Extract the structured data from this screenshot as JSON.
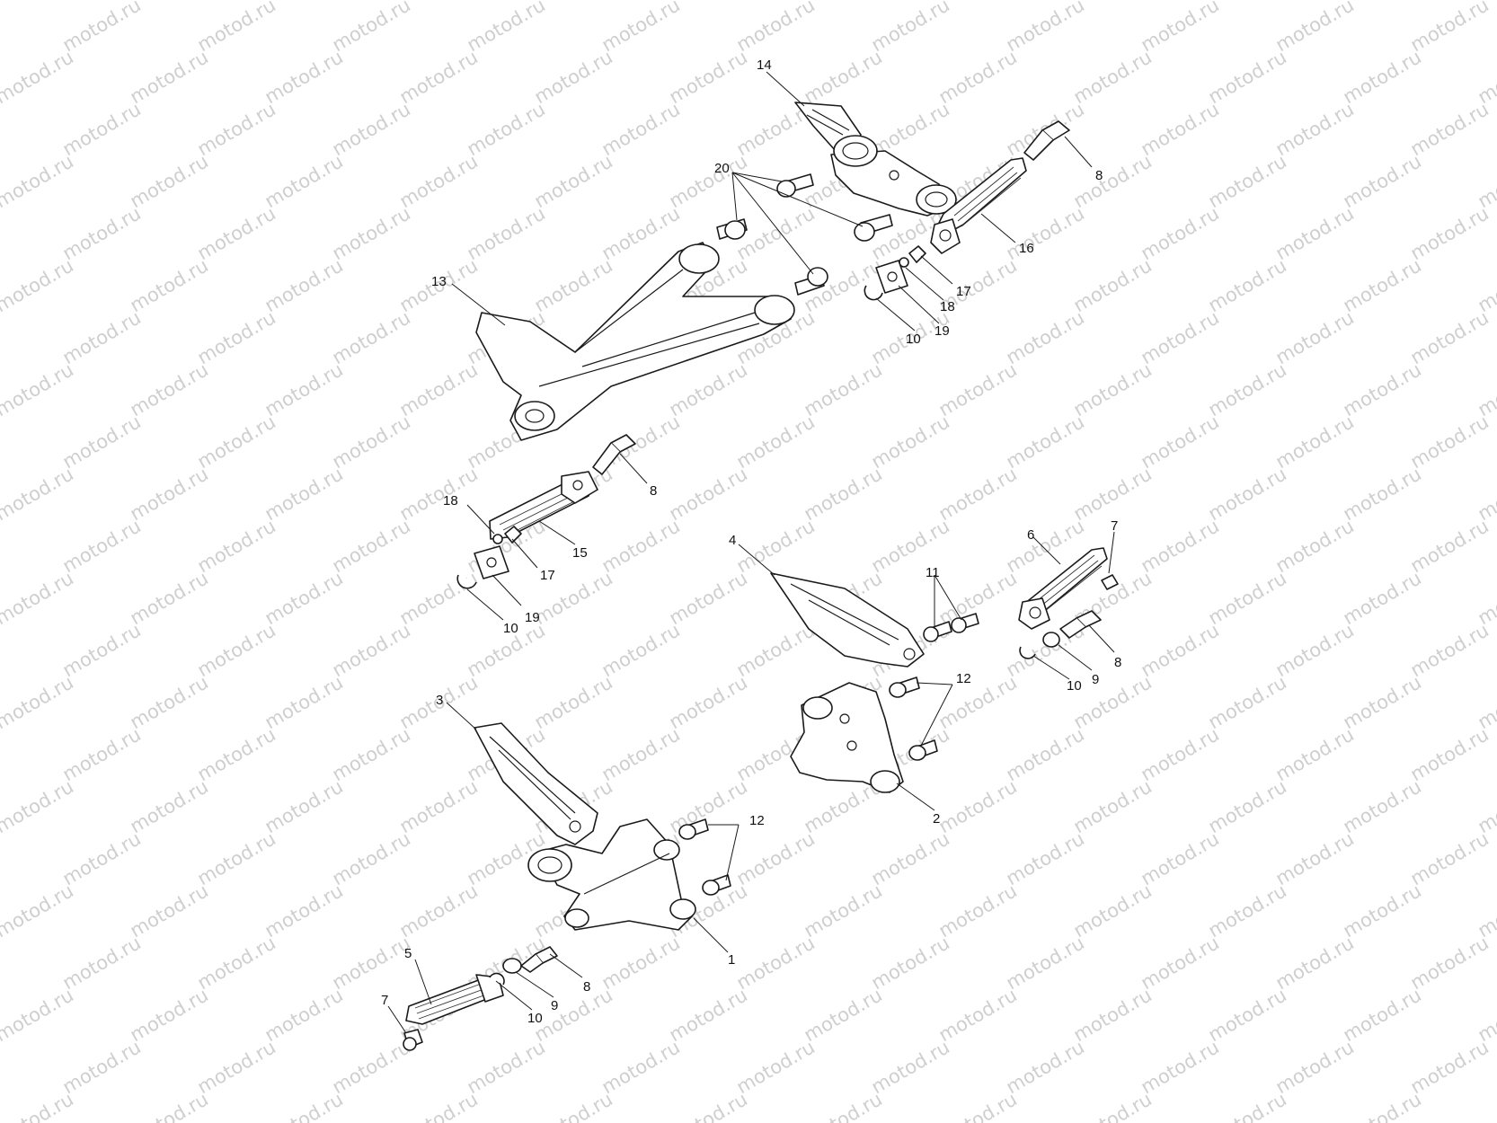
{
  "watermark": {
    "text": "motod.ru",
    "color": "#cfcfcf"
  },
  "colors": {
    "line": "#1a1a1a",
    "background": "#ffffff"
  },
  "callouts": [
    {
      "id": "c14",
      "text": "14"
    },
    {
      "id": "c8a",
      "text": "8"
    },
    {
      "id": "c20",
      "text": "20"
    },
    {
      "id": "c16",
      "text": "16"
    },
    {
      "id": "c13",
      "text": "13"
    },
    {
      "id": "c17a",
      "text": "17"
    },
    {
      "id": "c18a",
      "text": "18"
    },
    {
      "id": "c19a",
      "text": "19"
    },
    {
      "id": "c10a",
      "text": "10"
    },
    {
      "id": "c8b",
      "text": "8"
    },
    {
      "id": "c18b",
      "text": "18"
    },
    {
      "id": "c15",
      "text": "15"
    },
    {
      "id": "c17b",
      "text": "17"
    },
    {
      "id": "c10b",
      "text": "10"
    },
    {
      "id": "c19b",
      "text": "19"
    },
    {
      "id": "c4",
      "text": "4"
    },
    {
      "id": "c11",
      "text": "11"
    },
    {
      "id": "c6",
      "text": "6"
    },
    {
      "id": "c7a",
      "text": "7"
    },
    {
      "id": "c8c",
      "text": "8"
    },
    {
      "id": "c9a",
      "text": "9"
    },
    {
      "id": "c10c",
      "text": "10"
    },
    {
      "id": "c12a",
      "text": "12"
    },
    {
      "id": "c2",
      "text": "2"
    },
    {
      "id": "c3",
      "text": "3"
    },
    {
      "id": "c12b",
      "text": "12"
    },
    {
      "id": "c1",
      "text": "1"
    },
    {
      "id": "c5",
      "text": "5"
    },
    {
      "id": "c7b",
      "text": "7"
    },
    {
      "id": "c10d",
      "text": "10"
    },
    {
      "id": "c9b",
      "text": "9"
    },
    {
      "id": "c8d",
      "text": "8"
    }
  ]
}
